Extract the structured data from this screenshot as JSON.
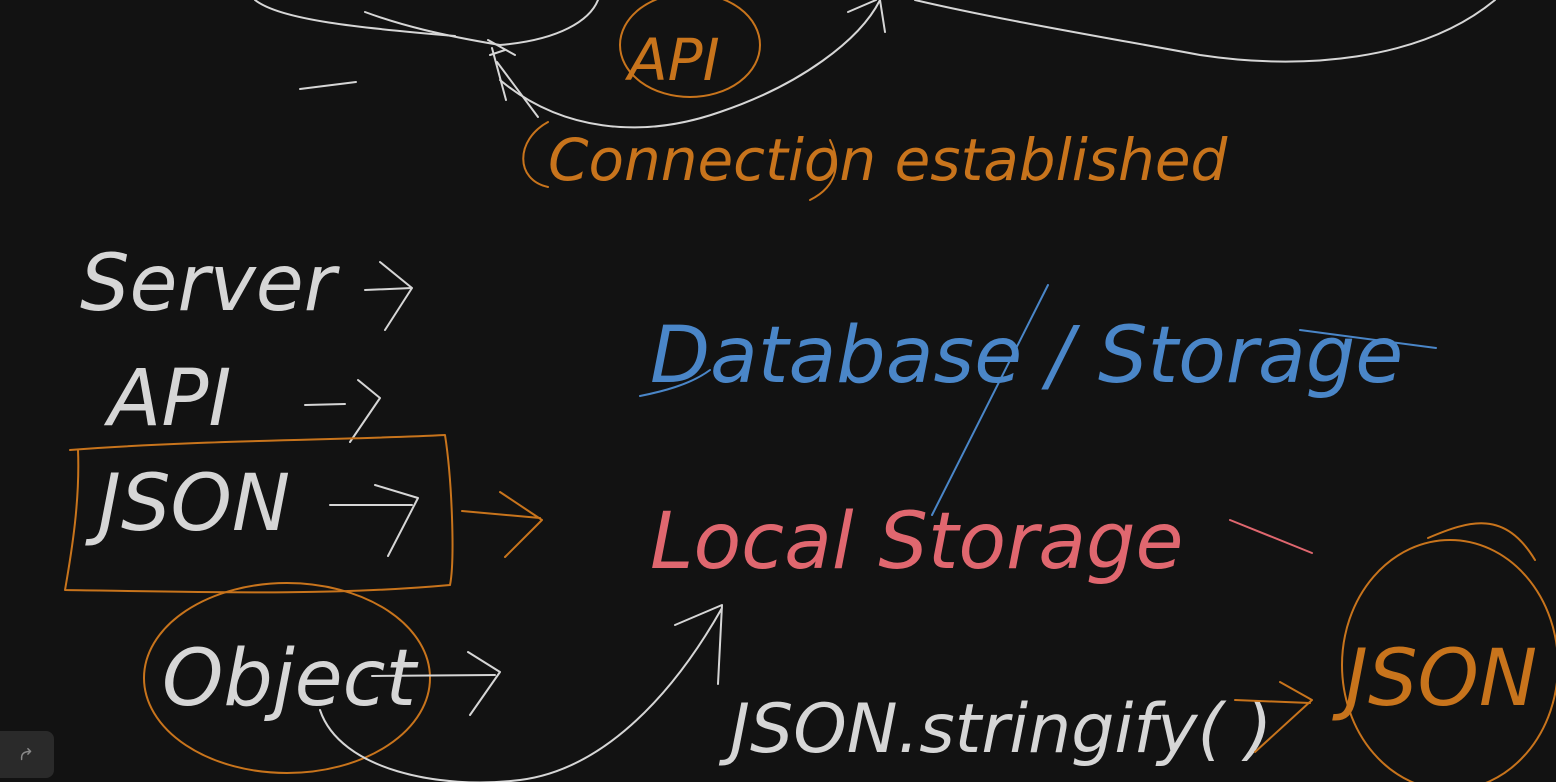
{
  "canvas": {
    "background": "#121212"
  },
  "colors": {
    "white_ink": "#d6d6d6",
    "orange_ink": "#c8741c",
    "blue_ink": "#4a86c8",
    "red_ink": "#e0676f",
    "toolbar_bg": "#2a2a2a"
  },
  "notes": {
    "api_circle": "API",
    "connection": "Connection established",
    "server": "Server",
    "api": "API",
    "json_box": "JSON",
    "object": "Object",
    "database_storage": "Database / Storage",
    "local_storage": "Local Storage",
    "stringify": "JSON.stringify( )",
    "json_right": "JSON"
  },
  "toolbar": {
    "redo_icon": "redo-icon"
  }
}
